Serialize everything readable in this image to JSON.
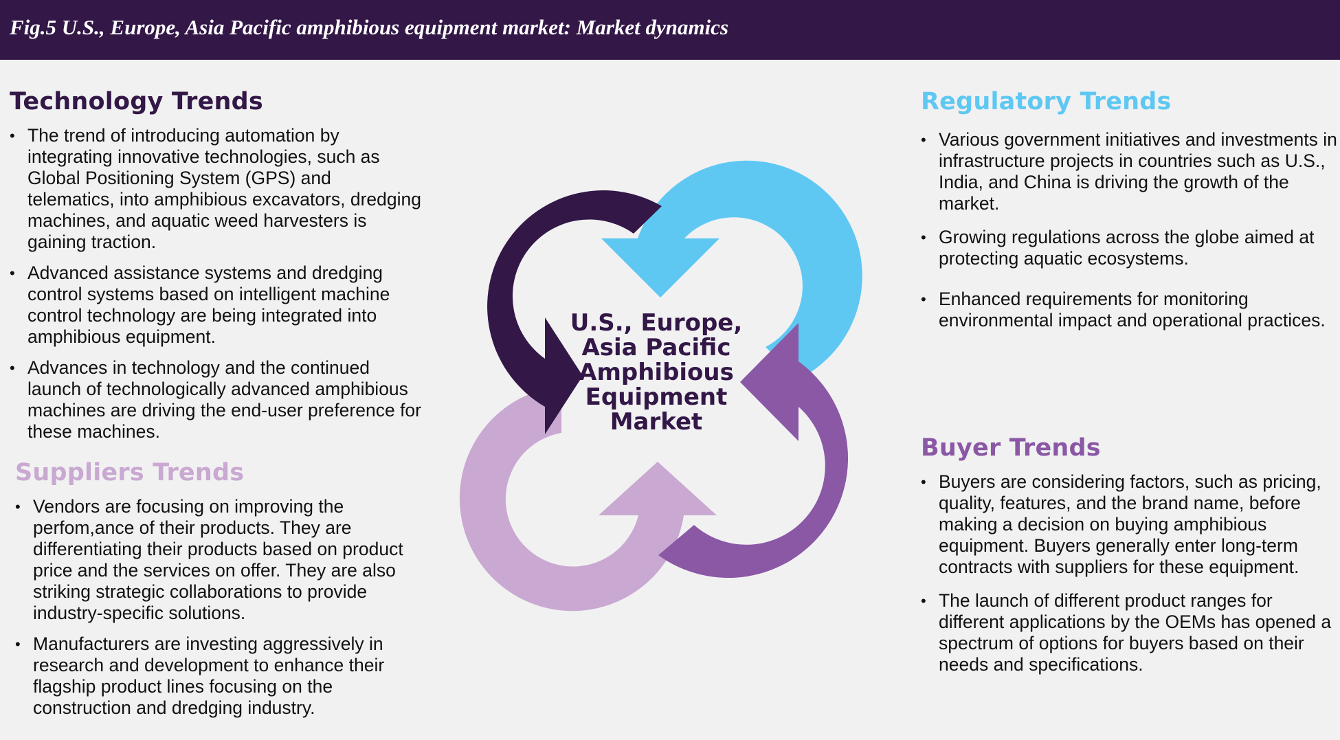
{
  "header": {
    "title": "Fig.5 U.S., Europe, Asia Pacific amphibious equipment market: Market dynamics"
  },
  "center": {
    "lines": [
      "U.S., Europe,",
      "Asia Pacific",
      "Amphibious",
      "Equipment",
      "Market"
    ]
  },
  "colors": {
    "header_bg": "#331747",
    "technology": "#331747",
    "regulatory": "#5ec8f2",
    "buyer": "#8a58a5",
    "suppliers": "#c9a8d1",
    "background": "#f1f1f2"
  },
  "technology": {
    "title": "Technology Trends",
    "bullets": [
      "The trend of introducing automation by integrating innovative technologies, such as Global Positioning System (GPS) and telematics, into amphibious excavators, dredging machines, and aquatic weed harvesters is gaining traction.",
      "Advanced assistance systems and dredging control systems based on intelligent machine control technology are being integrated into amphibious equipment.",
      "Advances in technology and the continued launch of technologically advanced amphibious machines are driving the end-user preference for these machines."
    ]
  },
  "suppliers": {
    "title": "Suppliers Trends",
    "bullets": [
      "Vendors are focusing on improving the perfom,ance of their products. They are differentiating their products based on product price and the services on offer. They are also striking strategic collaborations to provide industry-specific solutions.",
      "Manufacturers are investing aggressively in research and development to enhance their flagship product lines focusing on the construction and dredging industry."
    ]
  },
  "regulatory": {
    "title": "Regulatory Trends",
    "bullets": [
      "Various government initiatives and investments in infrastructure projects in countries such as U.S., India, and China is driving the growth of the market.",
      "Growing regulations across the globe aimed at protecting aquatic ecosystems.",
      "Enhanced requirements for monitoring environmental impact and operational practices."
    ]
  },
  "buyer": {
    "title": "Buyer Trends",
    "bullets": [
      "Buyers are considering factors, such as pricing, quality, features, and the brand name, before making a decision on buying amphibious equipment. Buyers generally enter long-term contracts with suppliers for these equipment.",
      "The launch of different product ranges for different applications by the OEMs has opened a spectrum of options for buyers based on their needs and specifications."
    ]
  }
}
